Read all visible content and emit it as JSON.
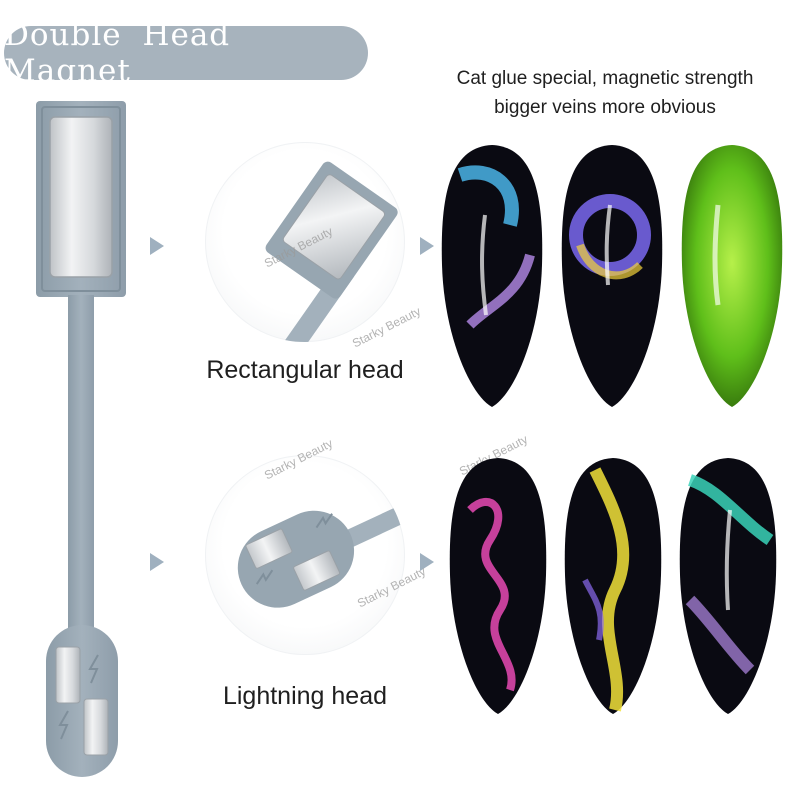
{
  "header": {
    "title": "Double Head Magnet",
    "tagline_line1": "Cat glue special, magnetic strength",
    "tagline_line2": "bigger veins more obvious"
  },
  "rectangular": {
    "caption": "Rectangular head"
  },
  "lightning": {
    "caption": "Lightning head"
  },
  "watermark": "Starky Beauty",
  "colors": {
    "pill": "#a7b3bd",
    "tool_grey": "#97a6b1",
    "tool_grey_dark": "#7f8f9b",
    "arrow": "#9fb0bf",
    "magnet_silver": "#d9dcdf"
  },
  "icons": [
    "arrow-right-icon",
    "lightning-bolt-icon"
  ]
}
